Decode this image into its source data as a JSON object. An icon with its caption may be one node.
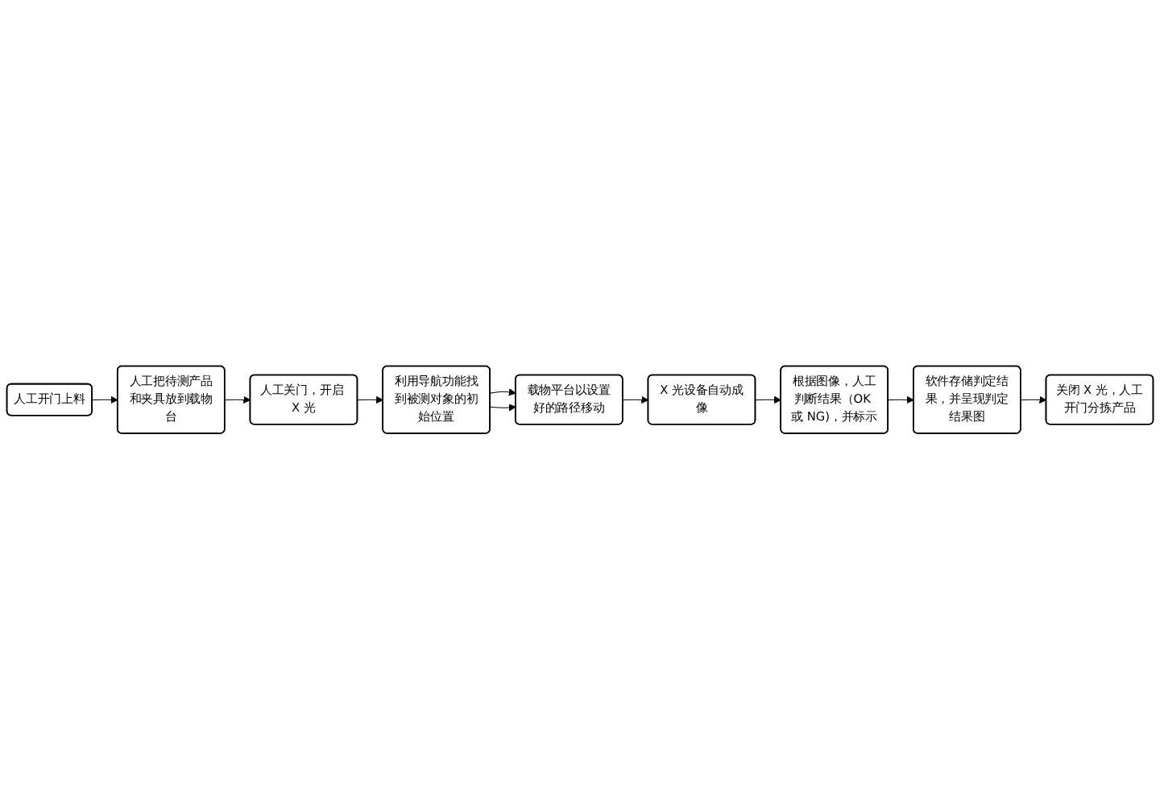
{
  "diagram": {
    "nodes": [
      {
        "text": [
          "人工开门上料"
        ]
      },
      {
        "text": [
          "人工把待测产品和夹具放到载物台"
        ]
      },
      {
        "text": [
          "人工关门，开启 X 光"
        ]
      },
      {
        "text": [
          "利用导航功能找到被测对象的初始位置"
        ]
      },
      {
        "text": [
          "载物平台以设置好的路径移动"
        ]
      },
      {
        "text": [
          "X 光设备自动成像"
        ]
      },
      {
        "text": [
          "根据图像，人工判断结果（OK 或 NG)，并标示"
        ]
      },
      {
        "text": [
          "软件存储判定结果，并呈现判定结果图"
        ]
      },
      {
        "text": [
          "关闭 X 光，人工开门分拣产品"
        ]
      }
    ],
    "edges": [
      {
        "from": 0,
        "to": 1,
        "arrow": "to"
      },
      {
        "from": 1,
        "to": 2,
        "arrow": "to"
      },
      {
        "from": 2,
        "to": 3,
        "arrow": "to"
      },
      {
        "from": 3,
        "to": 4,
        "arrow": "to"
      },
      {
        "from": 3,
        "to": 4,
        "arrow": "to"
      },
      {
        "from": 4,
        "to": 5,
        "arrow": "to"
      },
      {
        "from": 5,
        "to": 6,
        "arrow": "to"
      },
      {
        "from": 6,
        "to": 7,
        "arrow": "to"
      },
      {
        "from": 7,
        "to": 8,
        "arrow": "to"
      }
    ]
  }
}
